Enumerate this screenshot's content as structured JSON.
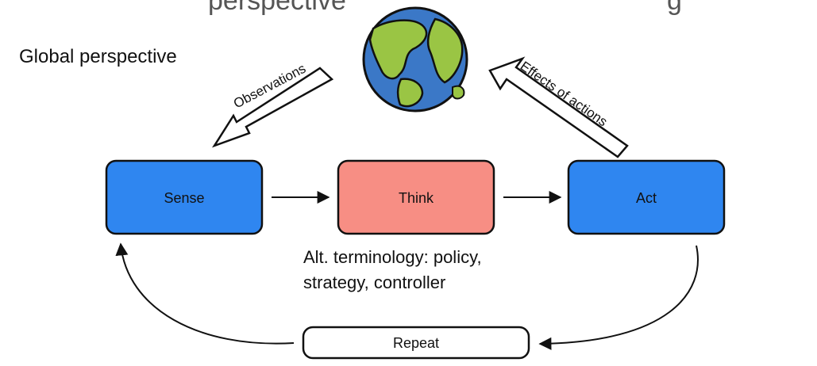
{
  "header": {
    "title_cropped": "perspective",
    "title_cropped_end": "g"
  },
  "labels": {
    "global_perspective": "Global perspective",
    "observations": "Observations",
    "effects_of_actions": "Effects of actions",
    "alt_terminology_line1": "Alt. terminology: policy,",
    "alt_terminology_line2": "strategy, controller"
  },
  "boxes": {
    "sense": "Sense",
    "think": "Think",
    "act": "Act",
    "repeat": "Repeat"
  },
  "colors": {
    "sense_fill": "#2f86f0",
    "think_fill": "#f78e84",
    "act_fill": "#2f86f0",
    "repeat_fill": "#ffffff",
    "ocean": "#3b78c7",
    "land": "#9ac544",
    "stroke": "#111111"
  },
  "icons": {
    "earth": "earth-globe-icon"
  }
}
